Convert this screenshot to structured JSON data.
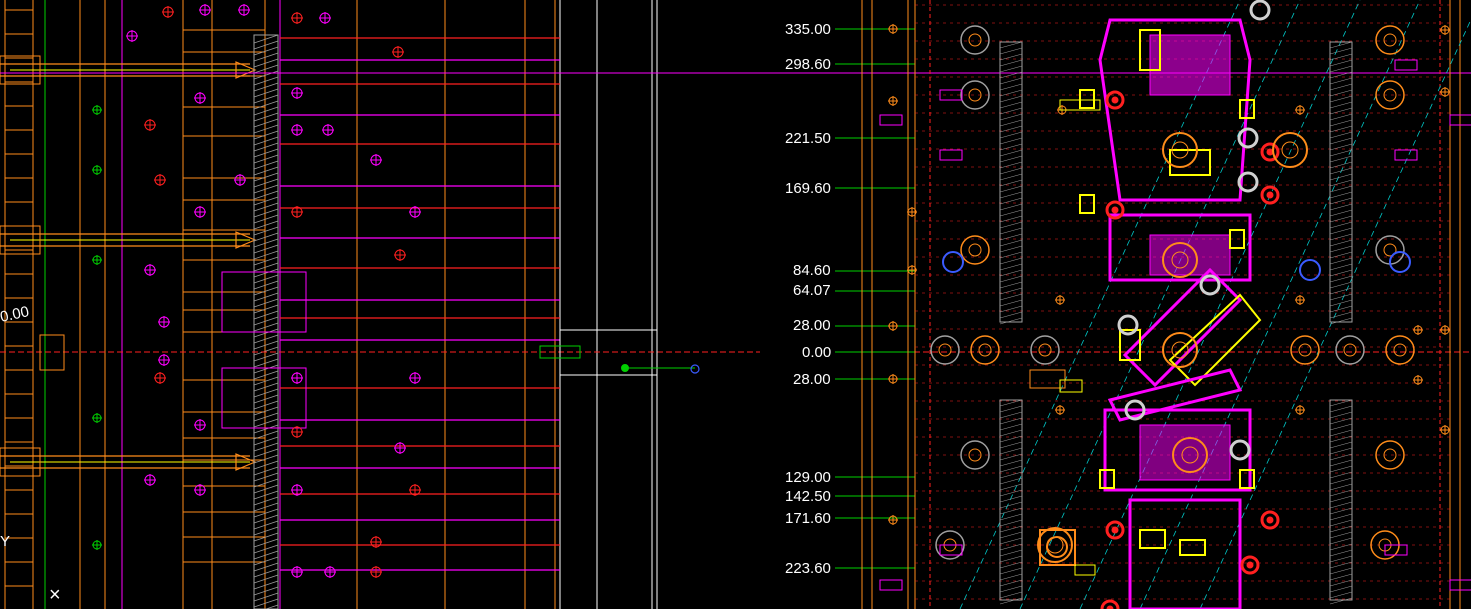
{
  "dimensions": [
    {
      "label": "335.00"
    },
    {
      "label": "298.60"
    },
    {
      "label": "221.50"
    },
    {
      "label": "169.60"
    },
    {
      "label": "84.60"
    },
    {
      "label": "64.07"
    },
    {
      "label": "28.00"
    },
    {
      "label": "0.00"
    },
    {
      "label": "28.00"
    },
    {
      "label": "129.00"
    },
    {
      "label": "142.50"
    },
    {
      "label": "171.60"
    },
    {
      "label": "223.60"
    }
  ],
  "left_labels": {
    "partial_dimension": "0.00",
    "axis_y": "Y",
    "axis_x_mark": "×"
  },
  "colors": {
    "background": "#000000",
    "orange": "#ff8c1a",
    "magenta": "#ff00ff",
    "red": "#ff2020",
    "green": "#00d000",
    "yellow": "#ffff00",
    "white": "#ffffff",
    "blue": "#3a5bff",
    "grey": "#a0a0a0",
    "cyan": "#00c8c8"
  }
}
